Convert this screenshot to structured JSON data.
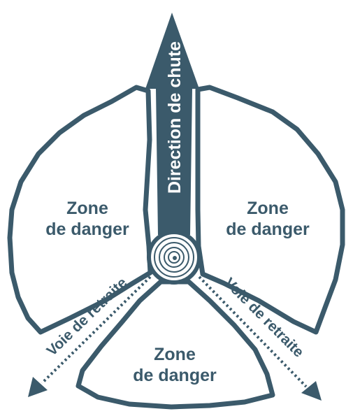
{
  "diagram": {
    "fall_direction_label": "Direction de chute",
    "danger_zones": [
      {
        "line1": "Zone",
        "line2": "de danger"
      },
      {
        "line1": "Zone",
        "line2": "de danger"
      },
      {
        "line1": "Zone",
        "line2": "de danger"
      }
    ],
    "escape_routes": [
      {
        "label": "Voie de retraite"
      },
      {
        "label": "Voie de retraite"
      }
    ],
    "colors": {
      "primary": "#3b5a6b",
      "background": "#ffffff"
    },
    "icons": [
      "tree-stump-icon",
      "fall-direction-arrow",
      "escape-route-arrow"
    ]
  }
}
